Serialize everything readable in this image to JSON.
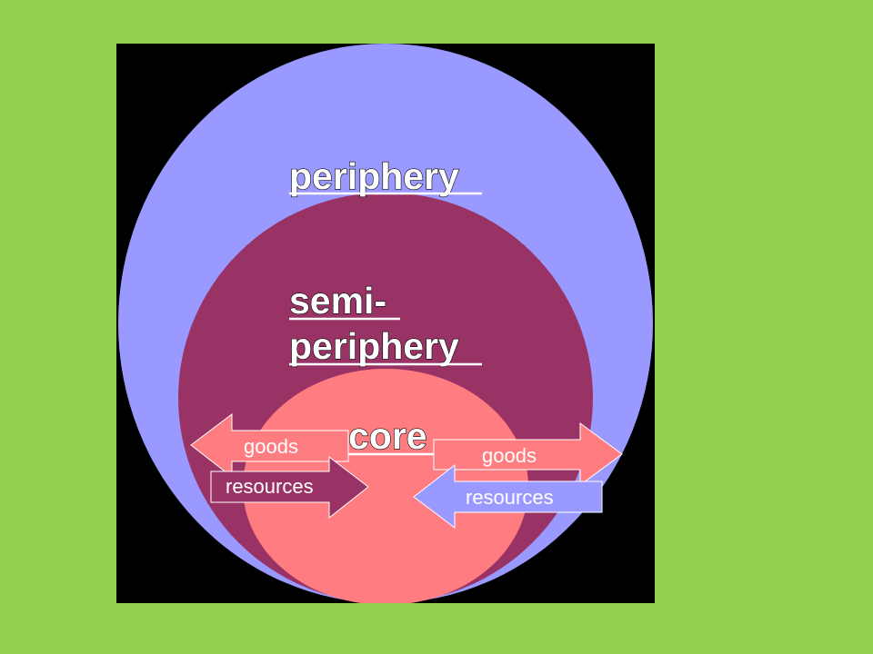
{
  "diagram": {
    "background_color": "#92d050",
    "panel_color": "#000000",
    "zones": {
      "periphery": {
        "label": "periphery",
        "color": "#9999ff"
      },
      "semi_periphery": {
        "label_line1": "semi-",
        "label_line2": "periphery",
        "color": "#993366"
      },
      "core": {
        "label": "core",
        "color": "#ff7c80"
      }
    },
    "arrows": {
      "left_goods": {
        "label": "goods",
        "color": "#ff7c80"
      },
      "left_resources": {
        "label": "resources",
        "color": "#993366"
      },
      "right_goods": {
        "label": "goods",
        "color": "#ff7c80"
      },
      "right_resources": {
        "label": "resources",
        "color": "#9999ff"
      }
    }
  }
}
